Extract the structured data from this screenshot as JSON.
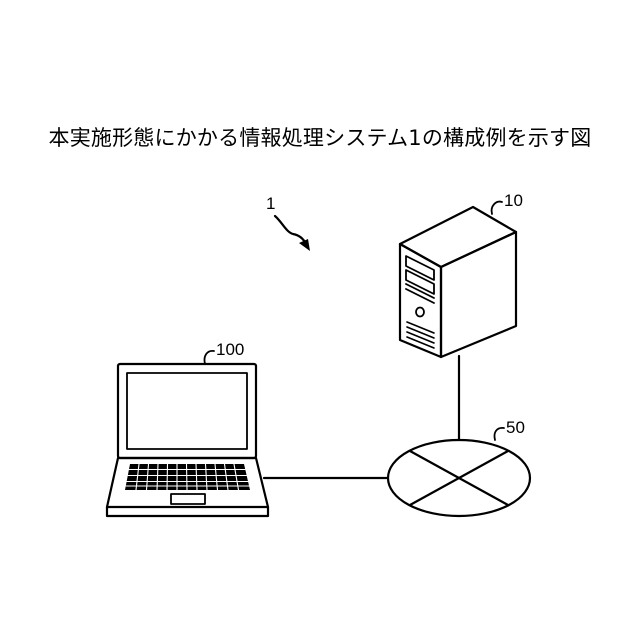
{
  "title": "本実施形態にかかる情報処理システム1の構成例を示す図",
  "labels": {
    "system": "1",
    "server": "10",
    "network": "50",
    "terminal": "100"
  }
}
